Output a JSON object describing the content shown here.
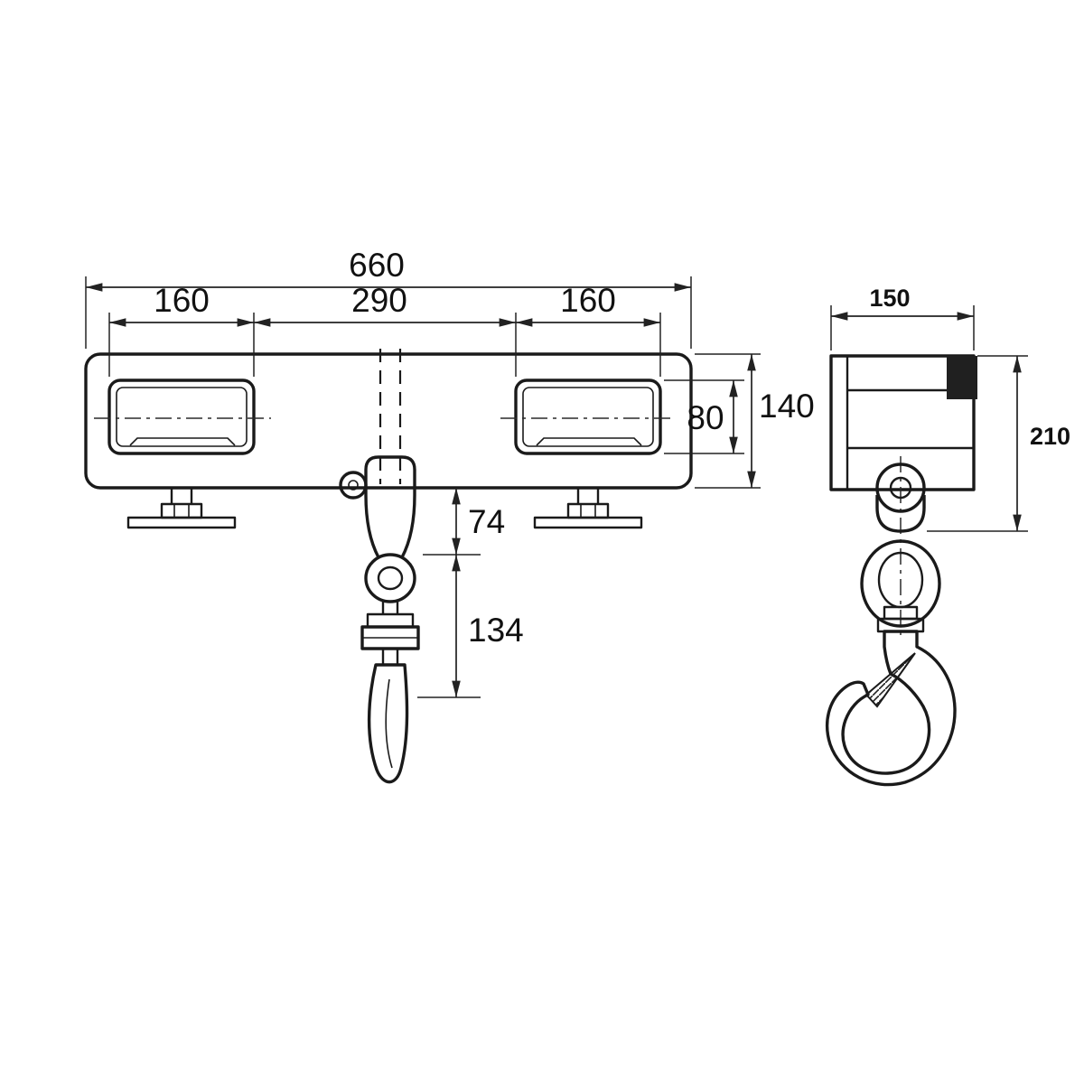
{
  "colors": {
    "ink": "#1a1a1a",
    "background": "#ffffff"
  },
  "front_view": {
    "dims": {
      "total_width": "660",
      "left_pocket_width": "160",
      "center_span": "290",
      "right_pocket_width": "160",
      "pocket_height": "80",
      "beam_height": "140",
      "clevis_offset": "74",
      "hook_offset": "134"
    }
  },
  "side_view": {
    "dims": {
      "width": "150",
      "height": "210"
    }
  }
}
